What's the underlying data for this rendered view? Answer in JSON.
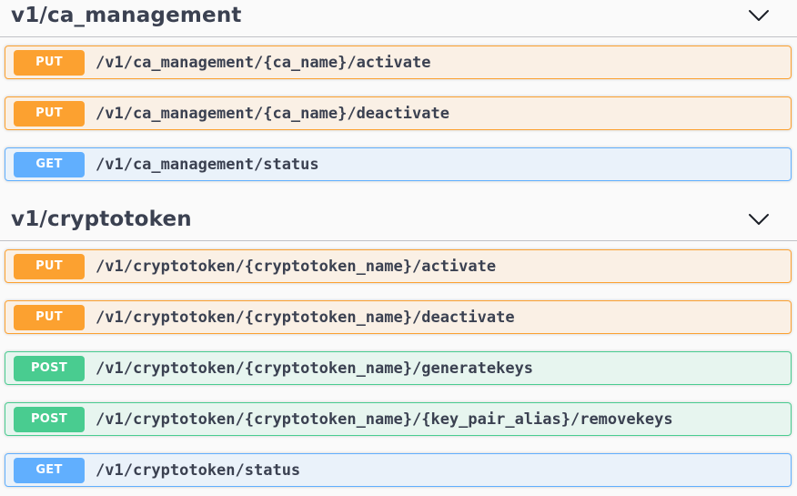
{
  "page": {
    "background_color": "#fafafa",
    "text_color": "#3b4151"
  },
  "method_colors": {
    "GET": "#61affe",
    "PUT": "#fca130",
    "POST": "#49cc90"
  },
  "icons": {
    "section_toggle": "chevron-down-icon"
  },
  "sections": [
    {
      "title": "v1/ca_management",
      "expanded": true,
      "operations": [
        {
          "method": "PUT",
          "path": "/v1/ca_management/{ca_name}/activate"
        },
        {
          "method": "PUT",
          "path": "/v1/ca_management/{ca_name}/deactivate"
        },
        {
          "method": "GET",
          "path": "/v1/ca_management/status"
        }
      ]
    },
    {
      "title": "v1/cryptotoken",
      "expanded": true,
      "operations": [
        {
          "method": "PUT",
          "path": "/v1/cryptotoken/{cryptotoken_name}/activate"
        },
        {
          "method": "PUT",
          "path": "/v1/cryptotoken/{cryptotoken_name}/deactivate"
        },
        {
          "method": "POST",
          "path": "/v1/cryptotoken/{cryptotoken_name}/generatekeys"
        },
        {
          "method": "POST",
          "path": "/v1/cryptotoken/{cryptotoken_name}/{key_pair_alias}/removekeys"
        },
        {
          "method": "GET",
          "path": "/v1/cryptotoken/status"
        }
      ]
    }
  ]
}
